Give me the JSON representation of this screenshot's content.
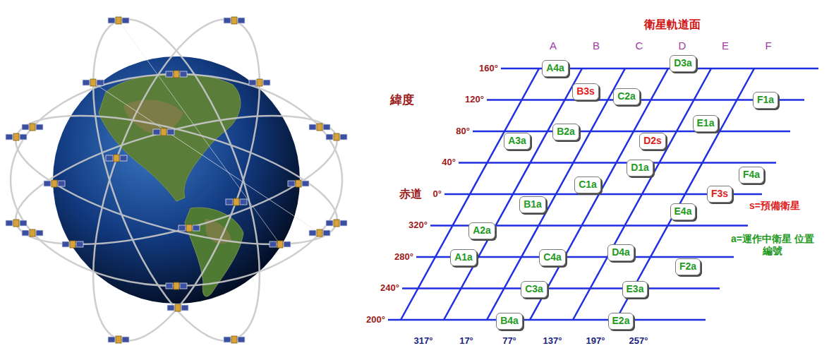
{
  "diagram": {
    "title": "衛星軌道面",
    "nodes": [
      {
        "text": [
          "A4a"
        ]
      },
      {
        "text": [
          "D3a"
        ]
      },
      {
        "text": [
          "B3s"
        ]
      },
      {
        "text": [
          "C2a"
        ]
      },
      {
        "text": [
          "F1a"
        ]
      },
      {
        "text": [
          "E1a"
        ]
      },
      {
        "text": [
          "B2a"
        ]
      },
      {
        "text": [
          "A3a"
        ]
      },
      {
        "text": [
          "D2s"
        ]
      },
      {
        "text": [
          "D1a"
        ]
      },
      {
        "text": [
          "F4a"
        ]
      },
      {
        "text": [
          "C1a"
        ]
      },
      {
        "text": [
          "F3s"
        ]
      },
      {
        "text": [
          "B1a"
        ]
      },
      {
        "text": [
          "E4a"
        ]
      },
      {
        "text": [
          "A2a"
        ]
      },
      {
        "text": [
          "A1a"
        ]
      },
      {
        "text": [
          "D4a"
        ]
      },
      {
        "text": [
          "C4a"
        ]
      },
      {
        "text": [
          "F2a"
        ]
      },
      {
        "text": [
          "C3a"
        ]
      },
      {
        "text": [
          "E3a"
        ]
      },
      {
        "text": [
          "B4a"
        ]
      },
      {
        "text": [
          "E2a"
        ]
      }
    ],
    "labels": [
      "A",
      "B",
      "C",
      "D",
      "E",
      "F",
      "緯度",
      "160°",
      "120°",
      "80°",
      "40°",
      "赤道",
      "0°",
      "320°",
      "280°",
      "240°",
      "200°",
      "317°",
      "17°",
      "77°",
      "137°",
      "197°",
      "257°",
      "s=預備衛星",
      "a=運作中衛星 位置編號"
    ]
  }
}
